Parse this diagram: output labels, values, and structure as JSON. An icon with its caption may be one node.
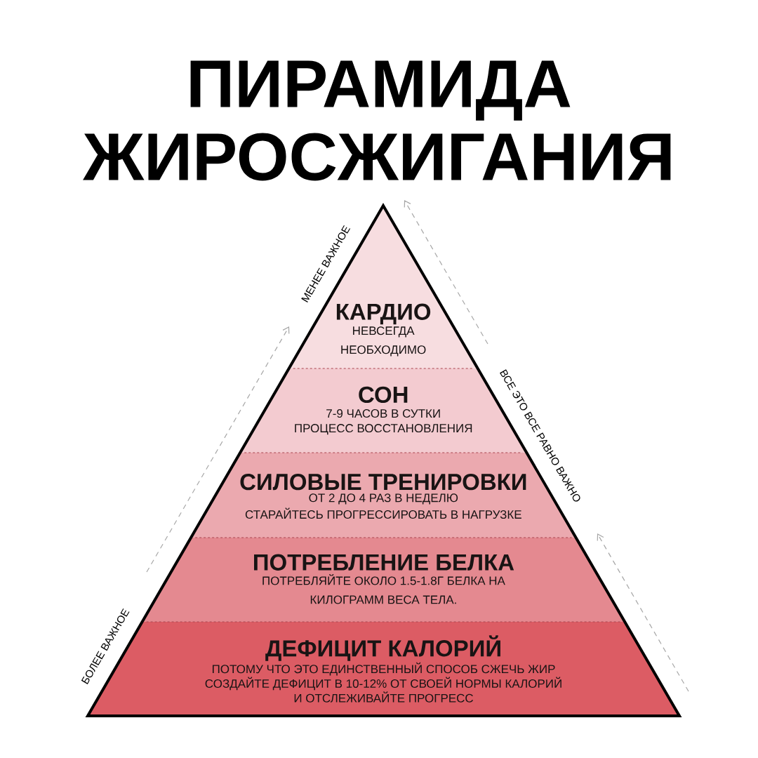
{
  "diagram": {
    "title": "ПИРАМИДА ЖИРОСЖИГАНИЯ",
    "nodes": [
      {
        "text": [
          "КАРДИО",
          "НЕВСЕГДА НЕОБХОДИМО"
        ]
      },
      {
        "text": [
          "СОН",
          "7-9 ЧАСОВ В СУТКИ",
          "ПРОЦЕСС ВОССТАНОВЛЕНИЯ"
        ]
      },
      {
        "text": [
          "СИЛОВЫЕ ТРЕНИРОВКИ",
          "ОТ 2 ДО 4 РАЗ В НЕДЕЛЮ",
          "СТАРАЙТЕСЬ ПРОГРЕССИРОВАТЬ В НАГРУЗКЕ"
        ]
      },
      {
        "text": [
          "ПОТРЕБЛЕНИЕ БЕЛКА",
          "ПОТРЕБЛЯЙТЕ ОКОЛО 1.5-1.8Г БЕЛКА НА КИЛОГРАММ ВЕСА ТЕЛА."
        ]
      },
      {
        "text": [
          "ДЕФИЦИТ КАЛОРИЙ",
          "ПОТОМУ ЧТО ЭТО ЕДИНСТВЕННЫЙ СПОСОБ СЖЕЧЬ ЖИР",
          "СОЗДАЙТЕ ДЕФИЦИТ В 10-12% ОТ СВОЕЙ НОРМЫ КАЛОРИЙ",
          "И ОТСЛЕЖИВАЙТЕ ПРОГРЕСС"
        ]
      }
    ],
    "labels": [
      "МЕНЕЕ ВАЖНОЕ",
      "ВСЕ ЭТО ВСЕ РАВНО ВАЖНО",
      "БОЛЕЕ ВАЖНОЕ"
    ]
  }
}
